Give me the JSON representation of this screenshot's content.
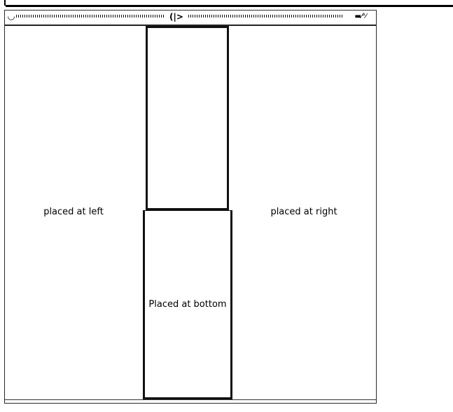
{
  "window": {
    "title": "",
    "title_glyph": "(|>",
    "title_icon_left": "window-menu-icon",
    "title_icon_right": "window-controls-icon"
  },
  "regions": {
    "left": {
      "label": "placed at left"
    },
    "right": {
      "label": "placed at right"
    },
    "top": {
      "label": ""
    },
    "bottom": {
      "label": "Placed at bottom"
    }
  }
}
